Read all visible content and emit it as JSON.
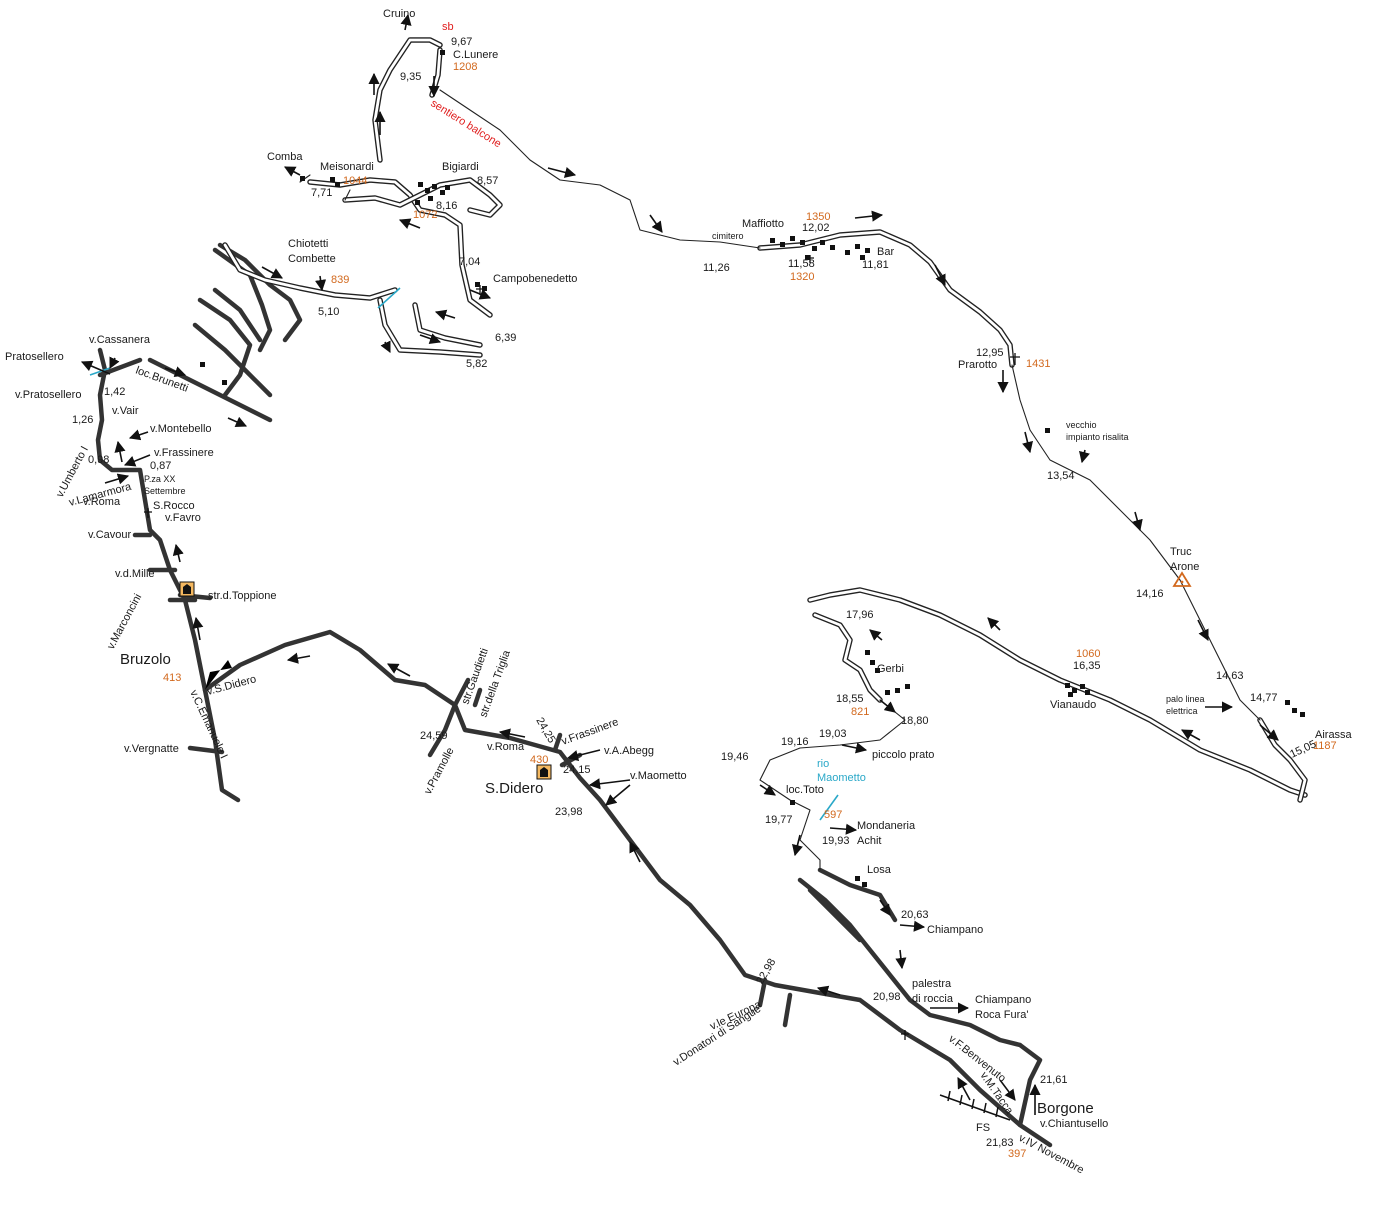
{
  "colors": {
    "elevation": "#d2691e",
    "trail": "#e02020",
    "water": "#2aa8c8",
    "ink": "#1a1a1a",
    "church_fill": "#f4b860"
  },
  "towns": {
    "bruzolo": "Bruzolo",
    "s_didero": "S.Didero",
    "borgone": "Borgone"
  },
  "places": {
    "cruino": "Cruino",
    "c_lunere": "C.Lunere",
    "comba": "Comba",
    "meisonardi": "Meisonardi",
    "bigiardi": "Bigiardi",
    "chiotetti": "Chiotetti",
    "combette": "Combette",
    "campobenedetto": "Campobenedetto",
    "maffiotto": "Maffiotto",
    "cimitero": "cimitero",
    "bar": "Bar",
    "prarotto": "Prarotto",
    "vecchio1": "vecchio",
    "vecchio2": "impianto risalita",
    "truc1": "Truc",
    "truc2": "Arone",
    "vianaudo": "Vianaudo",
    "gerbi": "Gerbi",
    "airassa": "Airassa",
    "palo1": "palo linea",
    "palo2": "elettrica",
    "piccolo_prato": "piccolo prato",
    "loc_toto": "loc.Toto",
    "rio1": "rio",
    "rio2": "Maometto",
    "mondaneria": "Mondaneria",
    "achit": "Achit",
    "losa": "Losa",
    "chiampano": "Chiampano",
    "palestra1": "palestra",
    "palestra2": "di roccia",
    "chiampano2": "Chiampano",
    "roca": "Roca Fura'",
    "pratosellero": "Pratosellero",
    "loc_brunetti": "loc.Brunetti",
    "fs": "FS"
  },
  "streets": {
    "cassanera": "v.Cassanera",
    "pratosellero": "v.Pratosellero",
    "vair": "v.Vair",
    "montebello": "v.Montebello",
    "umberto": "v.Umberto I",
    "frassinere": "v.Frassinere",
    "lamarmora": "v.Lamarmora",
    "pza1": "P.za XX",
    "pza2": "Settembre",
    "roma": "v.Roma",
    "srocco": "S.Rocco",
    "favro": "v.Favro",
    "cavour": "v.Cavour",
    "dmille": "v.d.Mille",
    "toppione": "str.d.Toppione",
    "marconcini": "v.Marconcini",
    "cemanuele": "v.C.Emanuele I",
    "sdidero": "v.S.Didero",
    "vergnatte": "v.Vergnatte",
    "gaudietti": "str.Gaudietti",
    "triglia": "str.della Triglia",
    "pramolle": "v.Pramolle",
    "roma2": "v.Roma",
    "frassinere2": "v.Frassinere",
    "abegg": "v.A.Abegg",
    "maometto": "v.Maometto",
    "europa": "v.le Europa",
    "donatori": "v.Donatori di Sangue",
    "benvenuto": "v.F.Benvenuto",
    "tacca": "v.M.Tacca",
    "chiantusello": "v.Chiantusello",
    "novembre": "v.IV Novembre"
  },
  "trail_labels": {
    "sb": "sb",
    "balcone": "sentiero balcone"
  },
  "elevations": {
    "e1208": "1208",
    "e1044": "1044",
    "e1072": "1072",
    "e839": "839",
    "e1350": "1350",
    "e1320": "1320",
    "e1431": "1431",
    "e1060": "1060",
    "e821": "821",
    "e1187": "1187",
    "e597": "597",
    "e413": "413",
    "e430": "430",
    "e397": "397"
  },
  "km": {
    "k967": "9,67",
    "k935": "9,35",
    "k857": "8,57",
    "k771": "7,71",
    "k816": "8,16",
    "k704": "7,04",
    "k510": "5,10",
    "k639": "6,39",
    "k582": "5,82",
    "k1202": "12,02",
    "k1126": "11,26",
    "k1158": "11,58",
    "k1181": "11,81",
    "k1295": "12,95",
    "k1354": "13,54",
    "k1416": "14,16",
    "k1463": "14,63",
    "k1477": "14,77",
    "k1505": "15,05",
    "k1635": "16,35",
    "k1796": "17,96",
    "k1855": "18,55",
    "k1880": "18,80",
    "k1903": "19,03",
    "k1916": "19,16",
    "k1946": "19,46",
    "k1977": "19,77",
    "k1993": "19,93",
    "k2063": "20,63",
    "k2098": "20,98",
    "k2161": "21,61",
    "k2183": "21,83",
    "k142": "1,42",
    "k126": "1,26",
    "k098": "0,98",
    "k087": "0,87",
    "k2459": "24,59",
    "k2425": "24,25",
    "k2415": "24,15",
    "k2398": "23,98",
    "k2298": "22,98"
  }
}
